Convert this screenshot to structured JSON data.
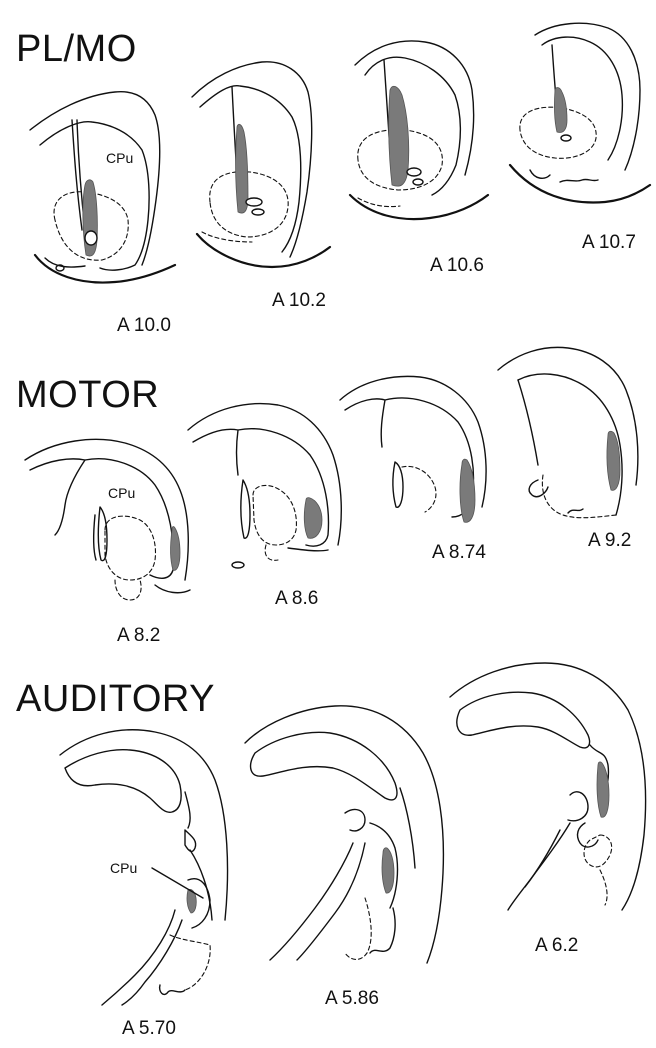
{
  "sections": [
    {
      "heading": "PL/MO",
      "slices": [
        {
          "label": "A 10.0",
          "region_label": "CPu"
        },
        {
          "label": "A 10.2"
        },
        {
          "label": "A 10.6"
        },
        {
          "label": "A 10.7"
        }
      ]
    },
    {
      "heading": "MOTOR",
      "slices": [
        {
          "label": "A 8.2",
          "region_label": "CPu"
        },
        {
          "label": "A 8.6"
        },
        {
          "label": "A 8.74"
        },
        {
          "label": "A 9.2"
        }
      ]
    },
    {
      "heading": "AUDITORY",
      "slices": [
        {
          "label": "A 5.70",
          "region_label": "CPu"
        },
        {
          "label": "A 5.86"
        },
        {
          "label": "A 6.2"
        }
      ]
    }
  ],
  "colors": {
    "shading": "#7a7a7a",
    "outline": "#111111"
  }
}
